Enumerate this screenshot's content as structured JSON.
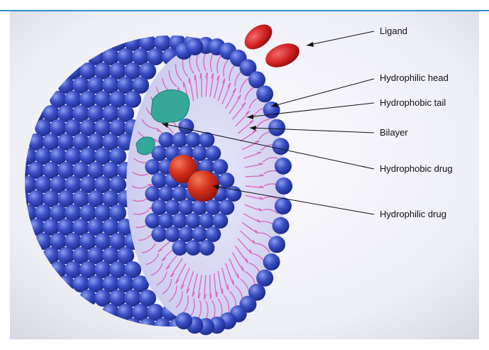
{
  "labels": {
    "ligand": "Ligand",
    "hydrophilic_head": "Hydrophilic head",
    "hydrophobic_tail": "Hydrophobic tail",
    "bilayer": "Bilayer",
    "hydrophobic_drug": "Hydrophobic drug",
    "hydrophilic_drug": "Hydrophilic drug"
  },
  "colors": {
    "accent_line": "#2b8fc7",
    "head": "#3a4fc4",
    "head_dark": "#1c2a8a",
    "head_light": "#8a9cf0",
    "tail": "#d86bc0",
    "interior": "#dcdcf3",
    "ligand": "#d42424",
    "hydrophobic_drug": "#35a89a",
    "hydrophilic_drug": "#d4301c"
  }
}
